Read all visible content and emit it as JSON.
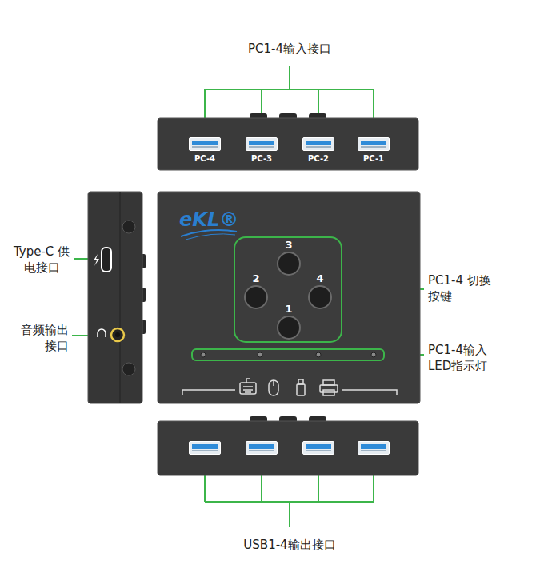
{
  "diagram": {
    "labels": [
      "PC1-4输入接口",
      "PC-4",
      "PC-3",
      "PC-2",
      "PC-1",
      "Type-C 供电接口",
      "音频输出 接口",
      "eKL®",
      "3",
      "2",
      "4",
      "1",
      "PC1-4 切换按键",
      "PC1-4输入 LED指示灯",
      "USB1-4输出接口"
    ]
  }
}
